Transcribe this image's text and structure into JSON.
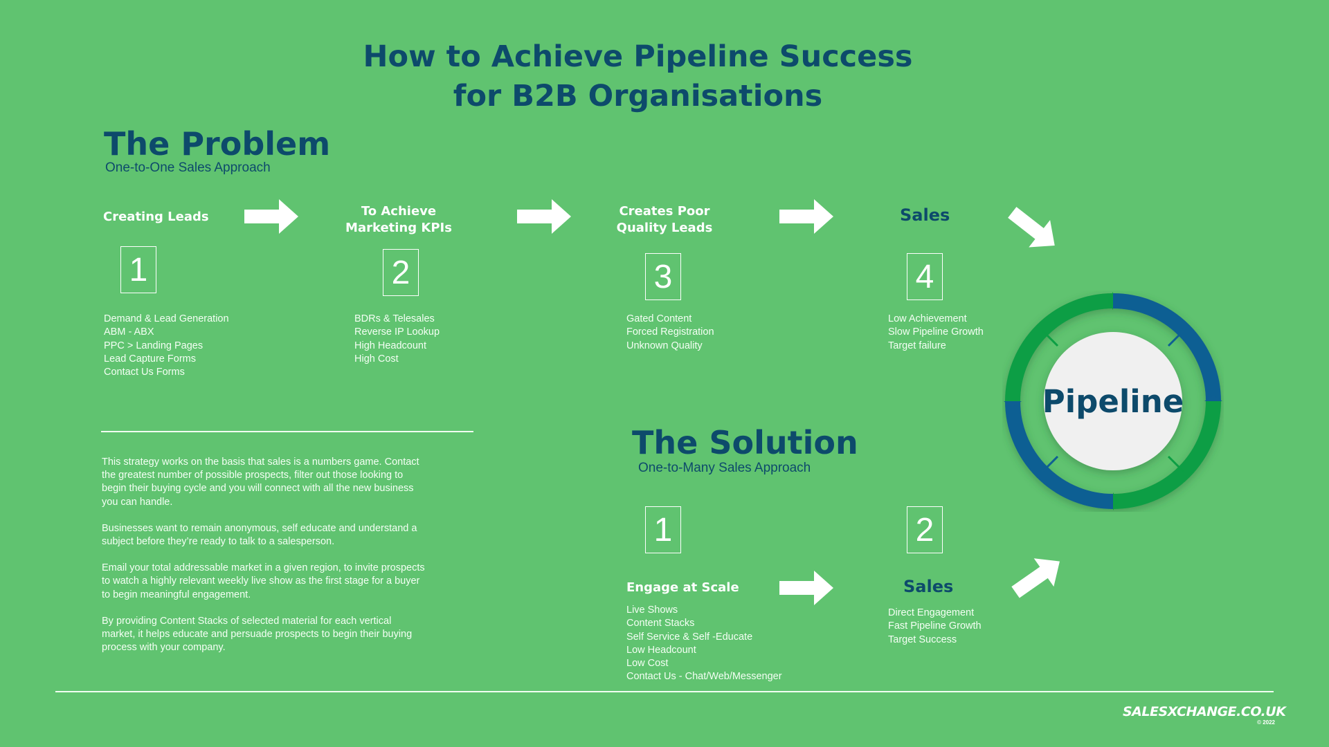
{
  "title": {
    "line1": "How to Achieve Pipeline Success",
    "line2": "for B2B Organisations"
  },
  "problem": {
    "heading": "The Problem",
    "subheading": "One-to-One Sales Approach",
    "steps": [
      {
        "heading_lines": [
          "Creating Leads"
        ],
        "number": "1",
        "items": [
          "Demand & Lead Generation",
          "ABM - ABX",
          "PPC > Landing Pages",
          "Lead Capture Forms",
          "Contact Us Forms"
        ]
      },
      {
        "heading_lines": [
          "To Achieve",
          "Marketing KPIs"
        ],
        "number": "2",
        "items": [
          "BDRs & Telesales",
          "Reverse IP Lookup",
          "High Headcount",
          "High Cost"
        ]
      },
      {
        "heading_lines": [
          "Creates Poor",
          "Quality Leads"
        ],
        "number": "3",
        "items": [
          "Gated Content",
          "Forced Registration",
          "Unknown Quality"
        ]
      },
      {
        "heading_lines": [
          "Sales"
        ],
        "number": "4",
        "items": [
          "Low Achievement",
          "Slow Pipeline Growth",
          "Target failure"
        ]
      }
    ]
  },
  "paragraphs": [
    "This strategy works on the basis that sales is a numbers game. Contact the greatest number of possible prospects, filter out those looking to begin their buying cycle and you will connect with all the new business you can handle.",
    "Businesses want to remain anonymous, self educate and understand a subject before they’re ready to talk to a salesperson.",
    "Email your total addressable market in a given region, to invite prospects to watch a highly relevant weekly live show as the first stage for a buyer to begin meaningful engagement.",
    "By providing Content Stacks of selected material for each vertical market, it helps educate and persuade prospects to begin their buying process with your company."
  ],
  "solution": {
    "heading": "The Solution",
    "subheading": "One-to-Many Sales Approach",
    "steps": [
      {
        "number": "1",
        "heading": "Engage at Scale",
        "items": [
          "Live Shows",
          "Content Stacks",
          "Self Service & Self -Educate",
          "Low Headcount",
          "Low Cost",
          "Contact Us - Chat/Web/Messenger"
        ]
      },
      {
        "number": "2",
        "heading": "Sales",
        "items": [
          "Direct Engagement",
          "Fast Pipeline Growth",
          "Target Success"
        ]
      }
    ]
  },
  "pipeline": {
    "label": "Pipeline"
  },
  "logo": {
    "text": "SALESXCHANGE.CO.UK",
    "year": "© 2022"
  },
  "colors": {
    "background": "#60c370",
    "heading": "#0d4a6b",
    "ring_green": "#0c9e44",
    "ring_blue": "#0e5f93",
    "circle": "#f0f0f0"
  }
}
